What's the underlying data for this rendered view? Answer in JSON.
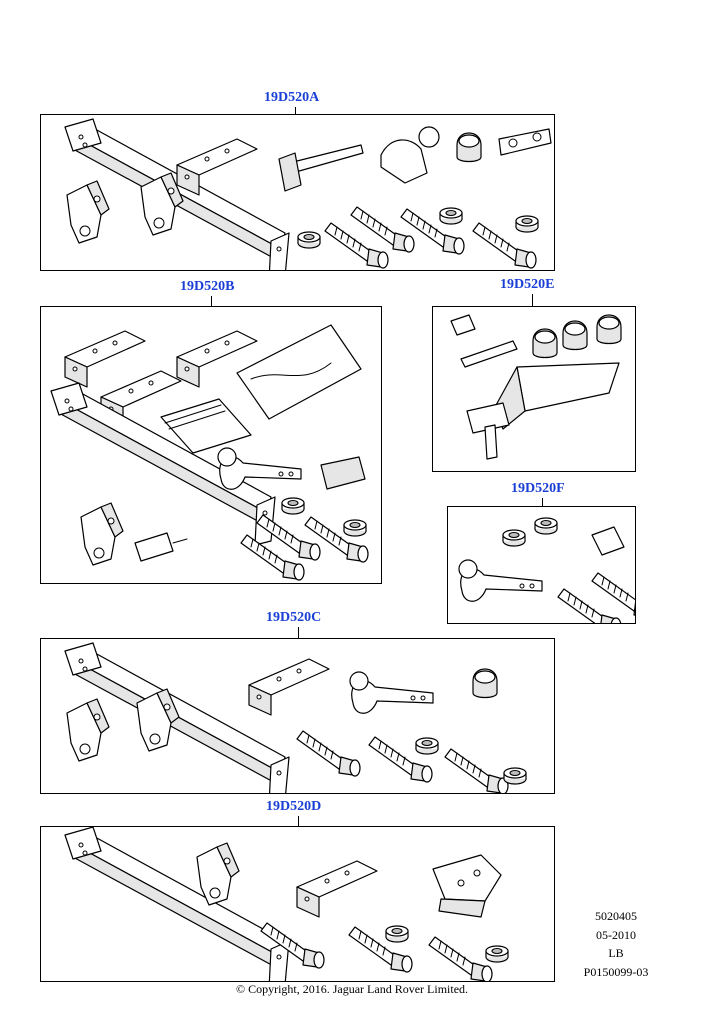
{
  "diagram": {
    "panels": [
      {
        "id": "A",
        "label": "19D520A"
      },
      {
        "id": "B",
        "label": "19D520B"
      },
      {
        "id": "E",
        "label": "19D520E"
      },
      {
        "id": "F",
        "label": "19D520F"
      },
      {
        "id": "C",
        "label": "19D520C"
      },
      {
        "id": "D",
        "label": "19D520D"
      }
    ]
  },
  "reference": {
    "code": "5020405",
    "date": "05-2010",
    "region": "LB",
    "illustration": "P0150099-03"
  },
  "copyright": "© Copyright, 2016. Jaguar Land Rover Limited."
}
